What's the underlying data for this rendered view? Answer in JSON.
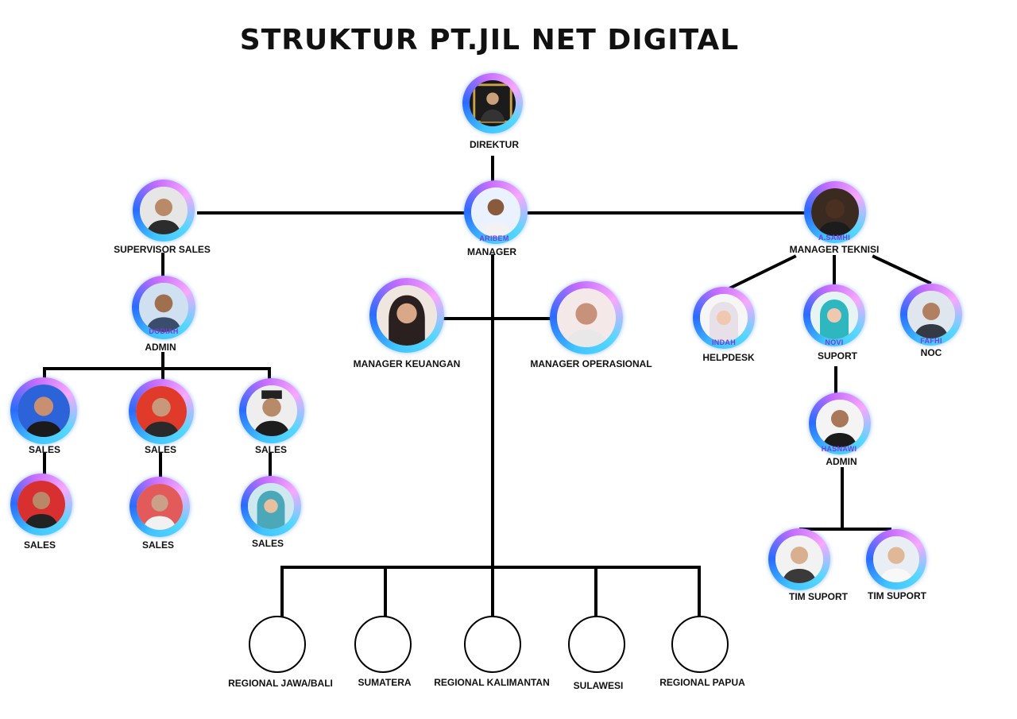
{
  "title": "STRUKTUR PT.JIL NET DIGITAL",
  "nodes": {
    "direktur": {
      "label": "DIREKTUR",
      "tag": ""
    },
    "manager": {
      "label": "MANAGER",
      "tag": "ARIBEM"
    },
    "supervisor_sales": {
      "label": "SUPERVISOR SALES",
      "tag": ""
    },
    "manager_teknisi": {
      "label": "MANAGER TEKNISI",
      "tag": "A.SAMHI"
    },
    "admin_sales": {
      "label": "ADMIN",
      "tag": "DODIAH"
    },
    "manager_keuangan": {
      "label": "MANAGER KEUANGAN",
      "tag": ""
    },
    "manager_operasional": {
      "label": "MANAGER OPERASIONAL",
      "tag": ""
    },
    "helpdesk": {
      "label": "HELPDESK",
      "tag": "INDAH"
    },
    "suport": {
      "label": "SUPORT",
      "tag": "NOVI"
    },
    "noc": {
      "label": "NOC",
      "tag": "FAFHI"
    },
    "sales_1": {
      "label": "SALES",
      "tag": ""
    },
    "sales_2": {
      "label": "SALES",
      "tag": ""
    },
    "sales_3": {
      "label": "SALES",
      "tag": ""
    },
    "sales_4": {
      "label": "SALES",
      "tag": ""
    },
    "sales_5": {
      "label": "SALES",
      "tag": ""
    },
    "sales_6": {
      "label": "SALES",
      "tag": ""
    },
    "admin_teknisi": {
      "label": "ADMIN",
      "tag": "HASNAWI"
    },
    "tim_suport_1": {
      "label": "TIM SUPORT",
      "tag": ""
    },
    "tim_suport_2": {
      "label": "TIM SUPORT",
      "tag": ""
    }
  },
  "regions": [
    {
      "label": "REGIONAL JAWA/BALI"
    },
    {
      "label": "SUMATERA"
    },
    {
      "label": "REGIONAL KALIMANTAN"
    },
    {
      "label": "SULAWESI"
    },
    {
      "label": "REGIONAL PAPUA"
    }
  ],
  "colors": {
    "ring_blue": "#2a6bff",
    "ring_cyan": "#3fc4ff",
    "ring_pink": "#f7a8ff",
    "ring_purple": "#c46bff",
    "line": "#000000",
    "tag": "#7a3ad8"
  }
}
